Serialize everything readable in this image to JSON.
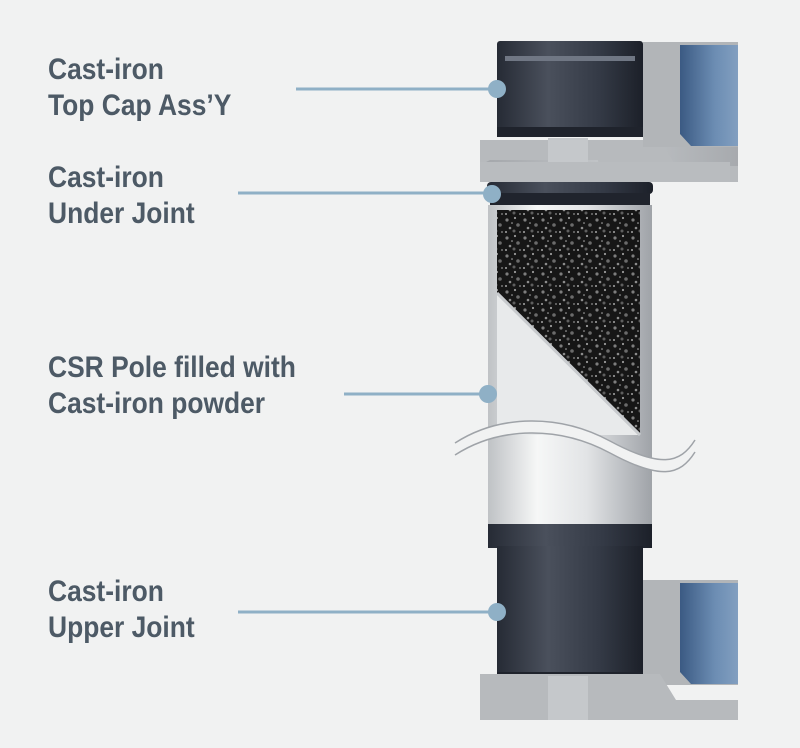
{
  "labels": {
    "top_cap": {
      "line1": "Cast-iron",
      "line2": "Top Cap Ass’Y"
    },
    "under_joint": {
      "line1": "Cast-iron",
      "line2": "Under Joint"
    },
    "csr_pole": {
      "line1": "CSR Pole filled with",
      "line2": "Cast-iron powder"
    },
    "upper_joint": {
      "line1": "Cast-iron",
      "line2": "Upper Joint"
    }
  },
  "colors": {
    "background": "#f1f2f2",
    "label_text": "#4d5a66",
    "leader_line": "#8fb0c6",
    "cast_iron_dark": "#2e3440",
    "bracket_gray": "#b4b7ba",
    "bracket_blue": "#5f7fa6",
    "pipe_silver": "#e3e5e6",
    "powder_black": "#1c1c1c"
  }
}
